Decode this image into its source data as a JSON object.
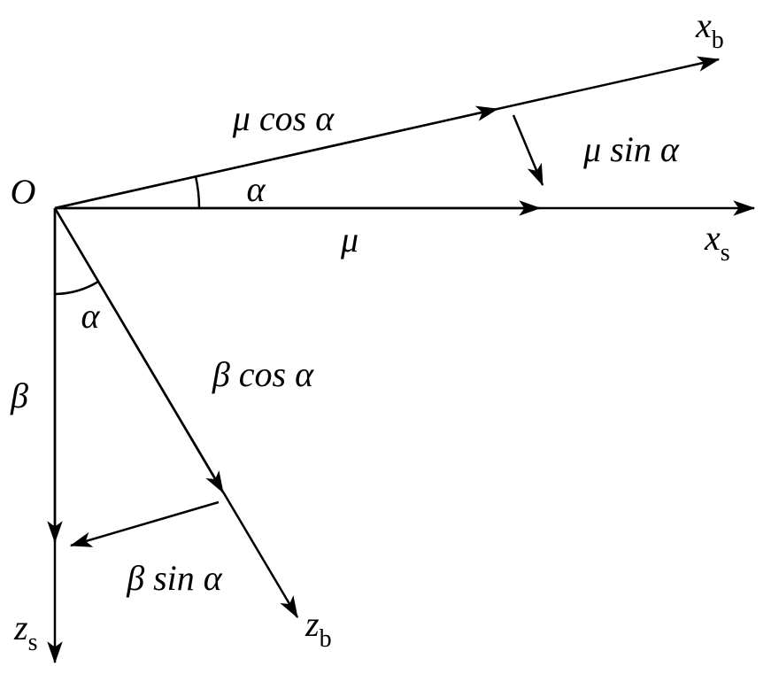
{
  "colors": {
    "background": "#ffffff",
    "stroke": "#000000"
  },
  "axis_labels": {
    "origin": "O",
    "xb": {
      "letter": "x",
      "sub": "b"
    },
    "xs": {
      "letter": "x",
      "sub": "s"
    },
    "zs": {
      "letter": "z",
      "sub": "s"
    },
    "zb": {
      "letter": "z",
      "sub": "b"
    }
  },
  "vector_labels": {
    "mu": "μ",
    "beta": "β",
    "mu_cos_alpha": "μ cos α",
    "mu_sin_alpha": "μ sin α",
    "beta_cos_alpha": "β cos α",
    "beta_sin_alpha": "β sin α"
  },
  "angle_labels": {
    "alpha_upper": "α",
    "alpha_lower": "α"
  }
}
